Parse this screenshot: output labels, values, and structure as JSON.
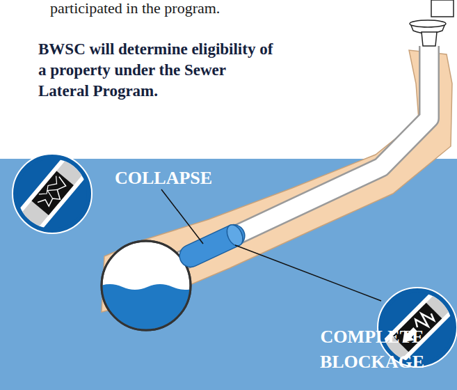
{
  "diagram": {
    "labels": [
      "participated in the program.",
      "BWSC will determine eligibility of a property under the Sewer Lateral Program.",
      "COLLAPSE",
      "COMPLETE BLOCKAGE"
    ]
  }
}
